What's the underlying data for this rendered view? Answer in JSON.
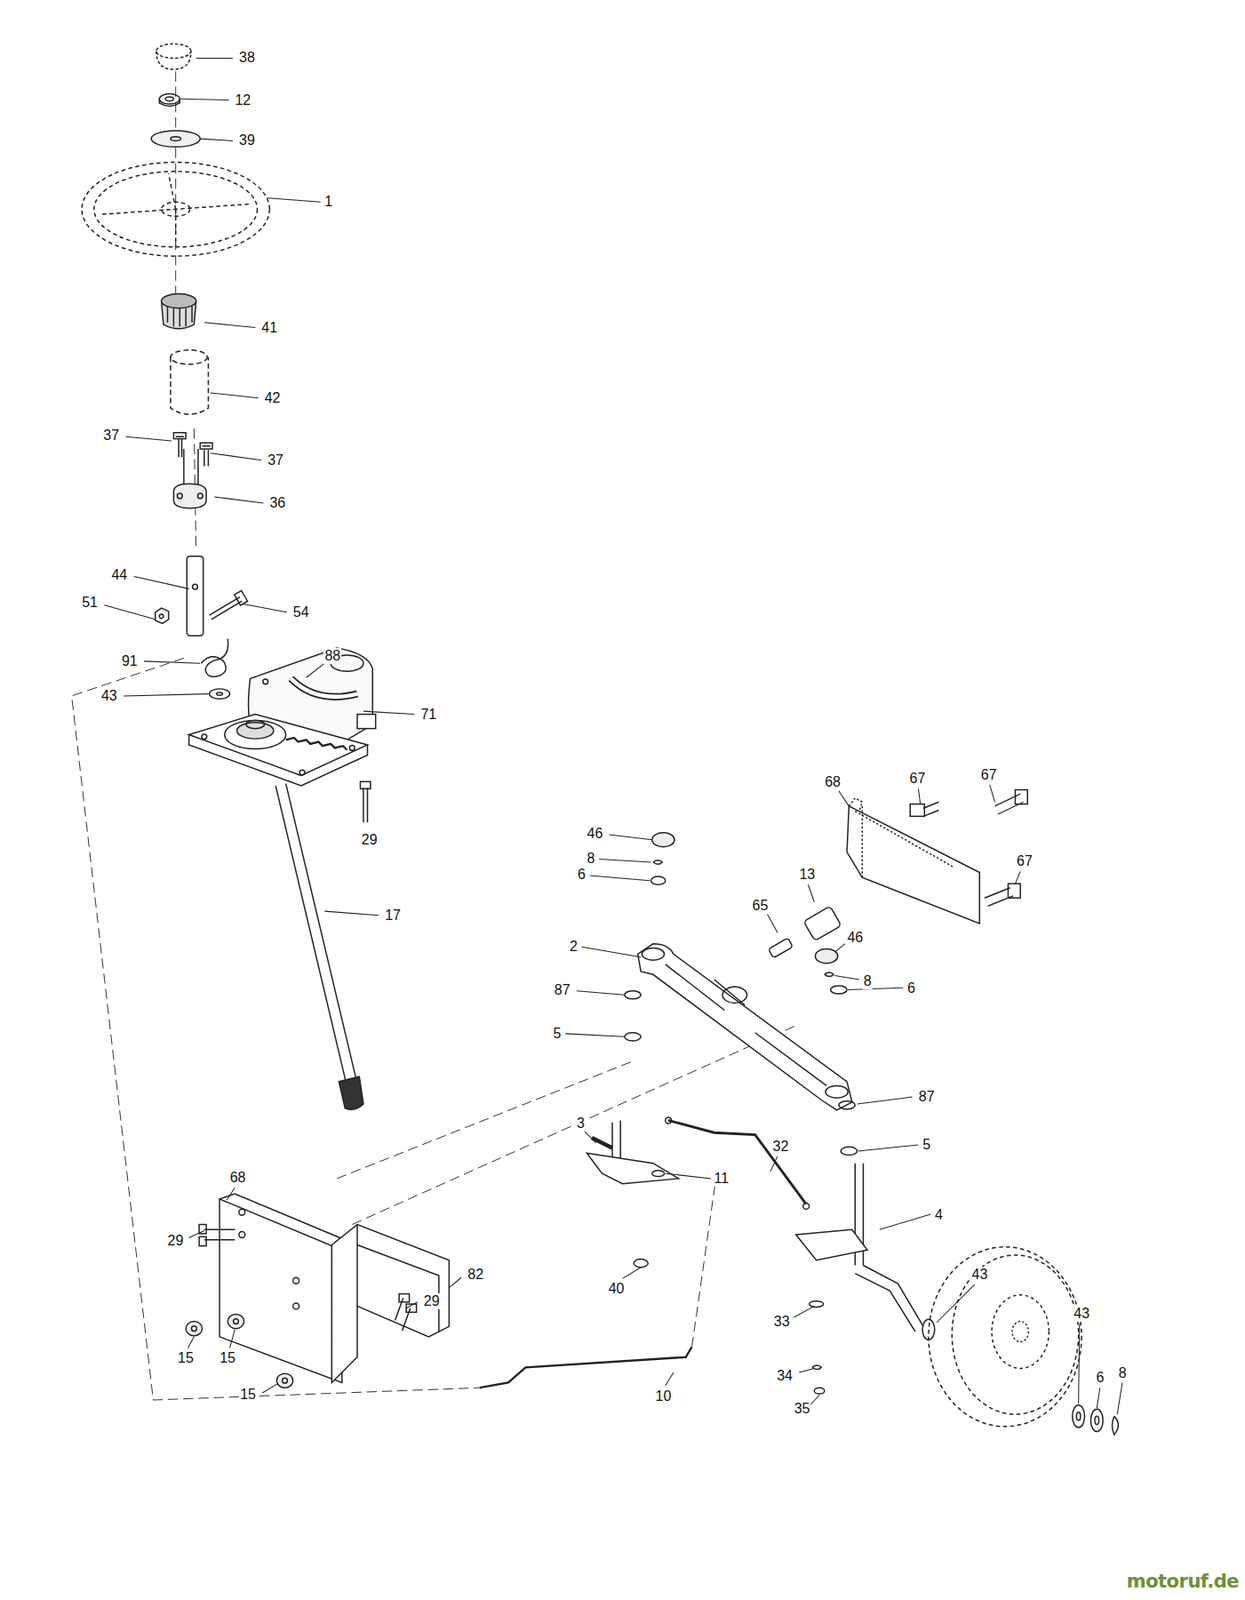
{
  "diagram": {
    "labels": [
      "38",
      "12",
      "39",
      "1",
      "41",
      "42",
      "37",
      "37",
      "36",
      "44",
      "51",
      "54",
      "88",
      "91",
      "43",
      "71",
      "29",
      "17",
      "68",
      "67",
      "67",
      "46",
      "8",
      "6",
      "13",
      "67",
      "65",
      "2",
      "46",
      "8",
      "6",
      "87",
      "5",
      "87",
      "3",
      "32",
      "5",
      "11",
      "68",
      "29",
      "4",
      "82",
      "43",
      "40",
      "29",
      "33",
      "43",
      "15",
      "15",
      "34",
      "6",
      "8",
      "10",
      "15",
      "35",
      "motoruf.de"
    ]
  }
}
